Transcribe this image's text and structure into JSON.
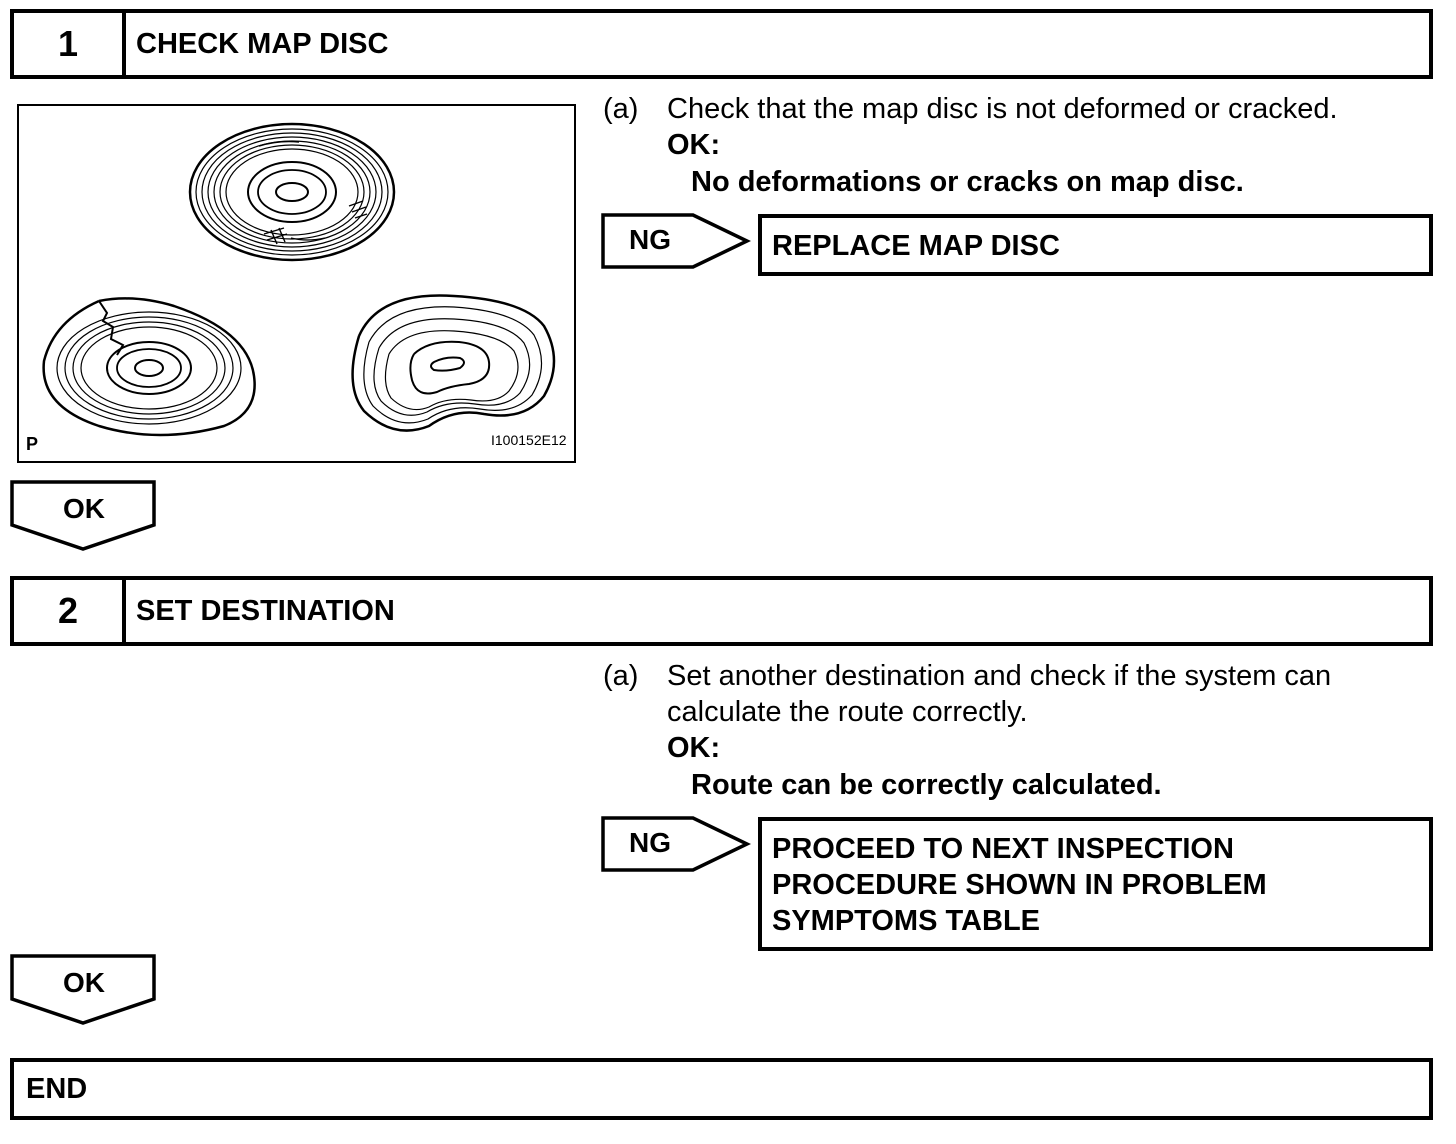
{
  "steps": [
    {
      "number": "1",
      "title": "CHECK MAP DISC",
      "instruction_marker": "(a)",
      "instruction_lines": [
        "Check that the map disc is not deformed or cracked."
      ],
      "ok_heading": "OK:",
      "ok_text": "No deformations or cracks on map disc.",
      "ng_label": "NG",
      "ng_result_lines": [
        "REPLACE MAP DISC"
      ],
      "ok_arrow_label": "OK"
    },
    {
      "number": "2",
      "title": "SET DESTINATION",
      "instruction_marker": "(a)",
      "instruction_lines": [
        "Set another destination and check if the system can",
        "calculate the route correctly."
      ],
      "ok_heading": "OK:",
      "ok_text": "Route can be correctly calculated.",
      "ng_label": "NG",
      "ng_result_lines": [
        "PROCEED TO NEXT INSPECTION",
        "PROCEDURE SHOWN IN PROBLEM",
        "SYMPTOMS TABLE"
      ],
      "ok_arrow_label": "OK"
    }
  ],
  "figure": {
    "corner_label": "P",
    "figure_code": "I100152E12"
  },
  "end_label": "END"
}
